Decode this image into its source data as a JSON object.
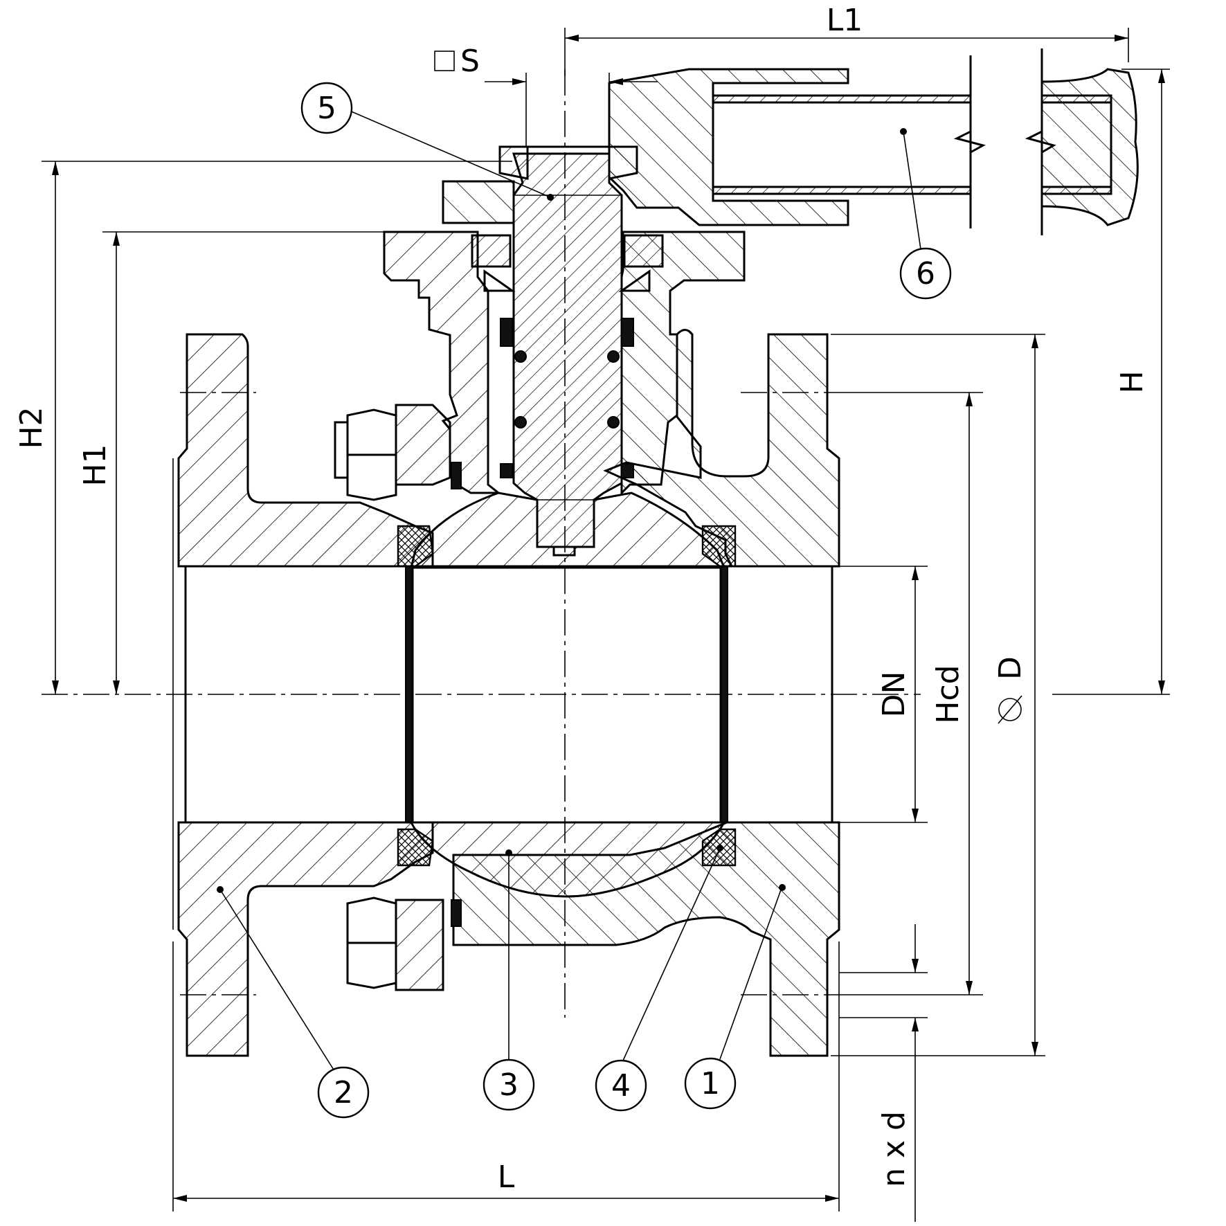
{
  "dimensions": {
    "L1": "L1",
    "S": "S",
    "H": "H",
    "H1": "H1",
    "H2": "H2",
    "DN": "DN",
    "Hcd": "Hcd",
    "D": "D",
    "L": "L",
    "n_d": "n x d"
  },
  "part_numbers": [
    "1",
    "2",
    "3",
    "4",
    "5",
    "6"
  ],
  "symbols": {
    "square": "square-symbol",
    "diameter": "diameter-symbol"
  }
}
